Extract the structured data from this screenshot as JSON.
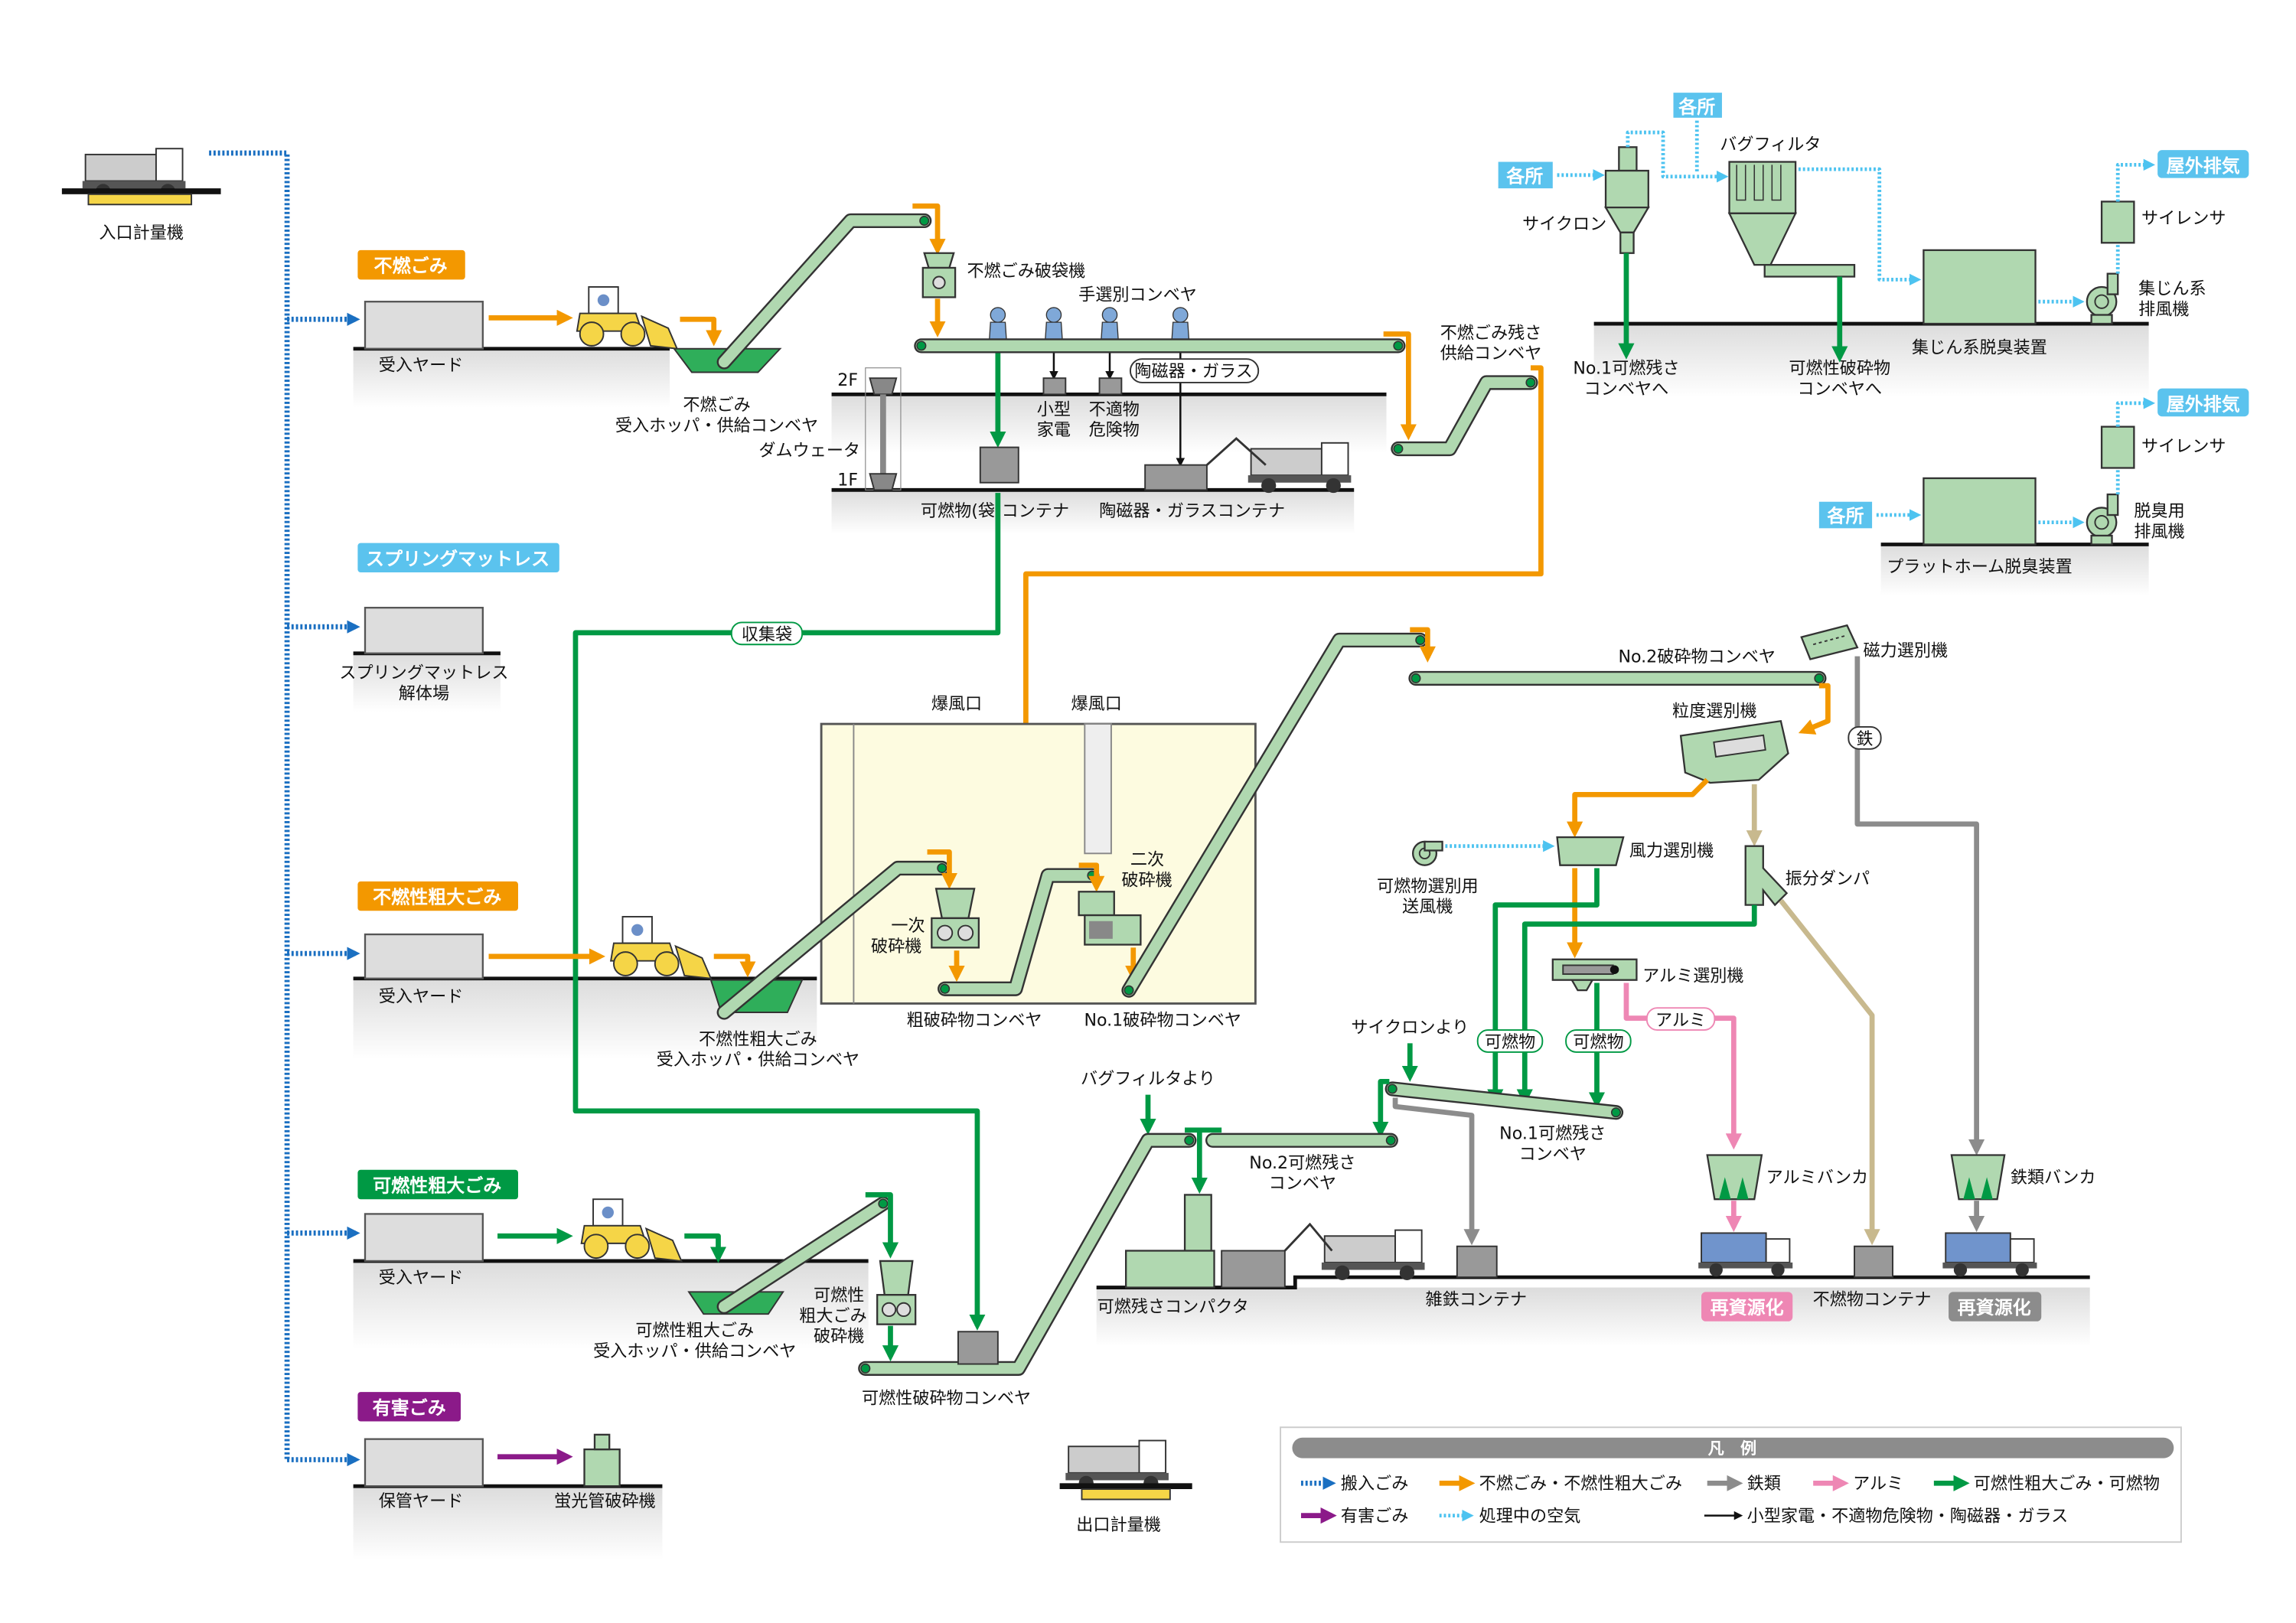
{
  "colors": {
    "nonburnable": "#f39800",
    "burnable": "#009944",
    "iron": "#8c8c8c",
    "aluminum": "#ee87b4",
    "incoming": "#1a6fc1",
    "air": "#4dc3f0",
    "hazardous": "#8b1a89",
    "nonburnable_residue": "#c8b98e",
    "equipment": "#b0d8b0"
  },
  "weighbridge_in": "入口計量機",
  "weighbridge_out": "出口計量機",
  "tags": {
    "nonburnable": "不燃ごみ",
    "spring_mattress": "スプリングマットレス",
    "bulky_nonburnable": "不燃性粗大ごみ",
    "bulky_burnable": "可燃性粗大ごみ",
    "hazardous": "有害ごみ",
    "everywhere": "各所",
    "exhaust": "屋外排気",
    "recycle": "再資源化"
  },
  "yards": {
    "receiving": "受入ヤード",
    "mattress": [
      "スプリングマットレス",
      "解体場"
    ],
    "storage": "保管ヤード"
  },
  "labels": {
    "hopper_nonburnable": [
      "不燃ごみ",
      "受入ホッパ・供給コンベヤ"
    ],
    "bag_breaker": "不燃ごみ破袋機",
    "hand_sort": "手選別コンベヤ",
    "ceramics_glass": "陶磁器・ガラス",
    "small_appliance": [
      "小型",
      "家電"
    ],
    "unsuitable": [
      "不適物",
      "危険物"
    ],
    "floor_2f": "2F",
    "floor_1f": "1F",
    "dumbwaiter": "ダムウェータ",
    "burnable_bag_container": "可燃物(袋)コンテナ",
    "ceramics_container": "陶磁器・ガラスコンテナ",
    "residue_conveyor": [
      "不燃ごみ残さ",
      "供給コンベヤ"
    ],
    "collection_bag": "収集袋",
    "blast_port": "爆風口",
    "primary_crusher": [
      "一次",
      "破砕機"
    ],
    "secondary_crusher": [
      "二次",
      "破砕機"
    ],
    "coarse_conveyor": "粗破砕物コンベヤ",
    "no1_crushed_conveyor": "No.1破砕物コンベヤ",
    "hopper_bulky_nonburnable": [
      "不燃性粗大ごみ",
      "受入ホッパ・供給コンベヤ"
    ],
    "no2_crushed_conveyor": "No.2破砕物コンベヤ",
    "magnetic_separator": "磁力選別機",
    "iron": "鉄",
    "size_separator": "粒度選別機",
    "wind_separator": "風力選別機",
    "blower": [
      "可燃物選別用",
      "送風機"
    ],
    "damper": "振分ダンパ",
    "aluminum_separator": "アルミ選別機",
    "aluminum": "アルミ",
    "burnable": "可燃物",
    "from_cyclone": "サイクロンより",
    "from_bagfilter": "バグフィルタより",
    "no1_residue_conveyor": [
      "No.1可燃残さ",
      "コンベヤ"
    ],
    "no2_residue_conveyor": [
      "No.2可燃残さ",
      "コンベヤ"
    ],
    "compactor": "可燃残さコンパクタ",
    "scrap_iron_container": "雑鉄コンテナ",
    "aluminum_bunker": "アルミバンカ",
    "nonburnable_container": "不燃物コンテナ",
    "iron_bunker": "鉄類バンカ",
    "hopper_bulky_burnable": [
      "可燃性粗大ごみ",
      "受入ホッパ・供給コンベヤ"
    ],
    "bulky_burnable_crusher": [
      "可燃性",
      "粗大ごみ",
      "破砕機"
    ],
    "burnable_crushed_conveyor": "可燃性破砕物コンベヤ",
    "fluorescent_crusher": "蛍光管破砕機",
    "cyclone": "サイクロン",
    "bag_filter": "バグフィルタ",
    "to_no1_residue": [
      "No.1可燃残さ",
      "コンベヤへ"
    ],
    "to_burnable_crushed": [
      "可燃性破砕物",
      "コンベヤへ"
    ],
    "dust_deodorizer": "集じん系脱臭装置",
    "dust_fan": [
      "集じん系",
      "排風機"
    ],
    "silencer": "サイレンサ",
    "platform_deodorizer": "プラットホーム脱臭装置",
    "deodor_fan": [
      "脱臭用",
      "排風機"
    ]
  },
  "legend": {
    "title": "凡　例",
    "items": [
      {
        "label": "搬入ごみ",
        "color": "#1a6fc1",
        "style": "dotted"
      },
      {
        "label": "不燃ごみ・不燃性粗大ごみ",
        "color": "#f39800",
        "style": "solid"
      },
      {
        "label": "鉄類",
        "color": "#8c8c8c",
        "style": "solid"
      },
      {
        "label": "アルミ",
        "color": "#ee87b4",
        "style": "solid"
      },
      {
        "label": "可燃性粗大ごみ・可燃物",
        "color": "#009944",
        "style": "solid"
      },
      {
        "label": "有害ごみ",
        "color": "#8b1a89",
        "style": "solid"
      },
      {
        "label": "処理中の空気",
        "color": "#4dc3f0",
        "style": "dotted"
      },
      {
        "label": "小型家電・不適物危険物・陶磁器・ガラス",
        "color": "#111111",
        "style": "thin"
      }
    ]
  }
}
